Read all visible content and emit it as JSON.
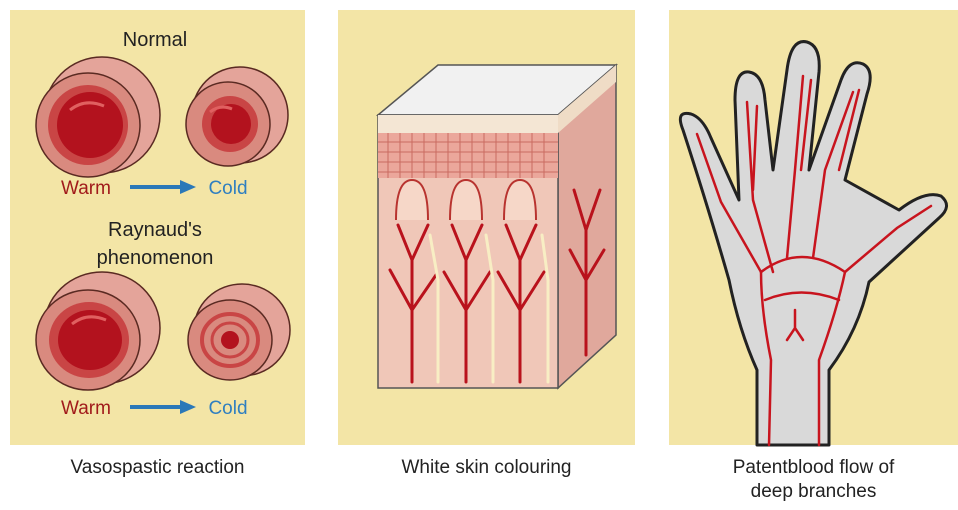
{
  "panels": [
    {
      "caption": "Vasospastic reaction",
      "groups": [
        {
          "title_lines": [
            "Normal"
          ],
          "from": "Warm",
          "to": "Cold"
        },
        {
          "title_lines": [
            "Raynaud's",
            "phenomenon"
          ],
          "from": "Warm",
          "to": "Cold"
        }
      ]
    },
    {
      "caption": "White skin colouring"
    },
    {
      "caption_lines": [
        "Patentblood flow of",
        "deep branches"
      ]
    }
  ],
  "colors": {
    "panel_bg": "#f3e5a6",
    "vessel_wall": "#e4a49a",
    "lumen": "#b3121e",
    "warm_text": "#a11b1b",
    "cold_text": "#2f7fc0",
    "arrow": "#2a78b8",
    "hand_fill": "#d9d9d9",
    "artery": "#c8141e"
  },
  "icons": {
    "vessel_cross_section": "vessel-cross-section-icon",
    "arrow": "arrow-right-icon",
    "skin_block": "skin-block-illustration",
    "hand": "hand-arteries-illustration"
  }
}
